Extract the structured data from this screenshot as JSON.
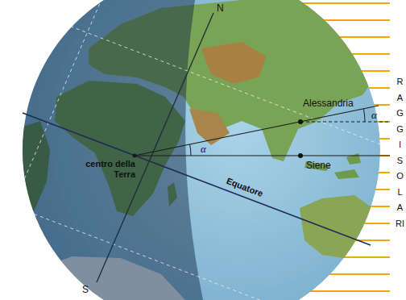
{
  "diagram": {
    "labels": [
      "N",
      "S",
      "Alessandria",
      "α",
      "α",
      "Siene",
      "centro della Terra",
      "Equatore",
      "RAGGI SOLARI"
    ]
  }
}
